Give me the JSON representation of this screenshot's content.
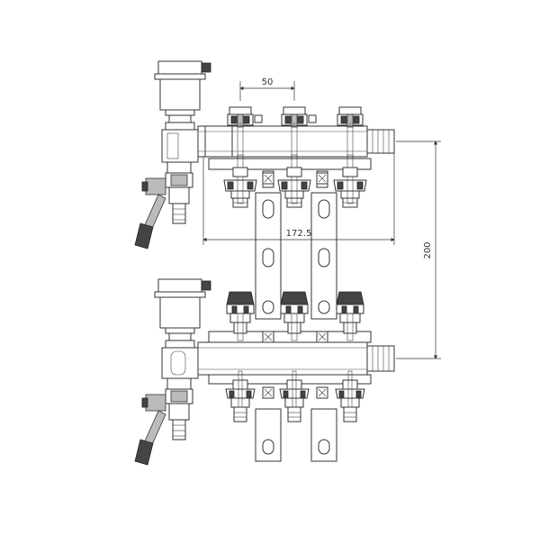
{
  "dimensions": {
    "spacing": "50",
    "body_length": "172.5",
    "height": "200"
  }
}
